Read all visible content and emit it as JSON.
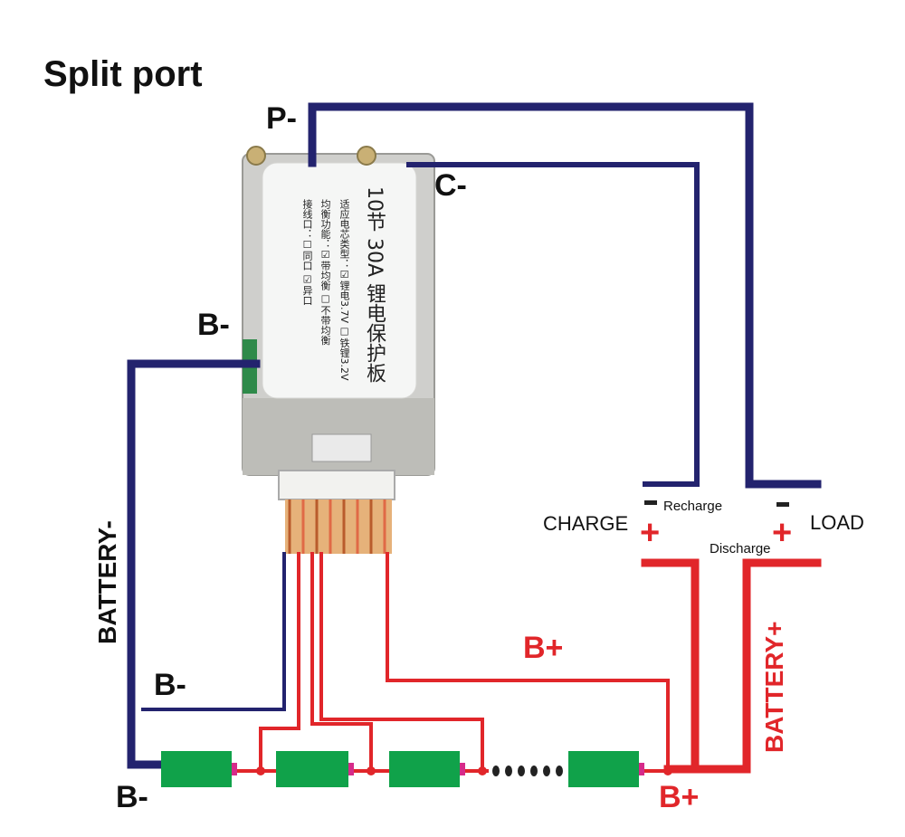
{
  "title": "Split port",
  "labels": {
    "p_minus": "P-",
    "c_minus": "C-",
    "b_minus_top": "B-",
    "b_minus_mid": "B-",
    "b_minus_bottom": "B-",
    "b_plus_mid": "B+",
    "b_plus_bottom": "B+",
    "battery_minus": "BATTERY-",
    "battery_plus": "BATTERY+",
    "charge": "CHARGE",
    "load": "LOAD",
    "recharge": "Recharge",
    "discharge": "Discharge",
    "minus_sign": "−",
    "plus_sign": "+"
  },
  "board_label": {
    "line1": "10节 30A 锂电保护板",
    "line2": "适应电芯类型：☑锂电3.7V ☐铁锂3.2V",
    "line3": "均衡功能：☑带均衡 ☐不带均衡",
    "line4": "接线口：☐同口 ☑异口"
  },
  "colors": {
    "negative_wire": "#23236e",
    "positive_wire": "#e1262a",
    "cell": "#10a24a",
    "cell_terminal": "#d62b8a"
  }
}
